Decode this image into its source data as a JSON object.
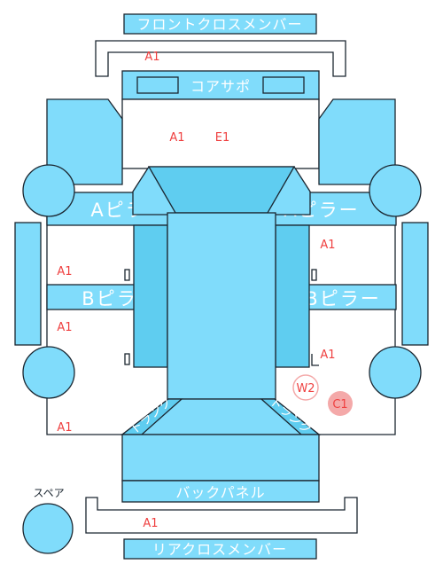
{
  "parts": {
    "front_cross_member": "フロントクロスメンバー",
    "core_support": "コアサポ",
    "a_pillar_left": "Aピラー",
    "a_pillar_right": "Aピラー",
    "b_pillar_left": "Bピラー",
    "b_pillar_right": "Bピラー",
    "back_panel": "バックパネル",
    "rear_cross_member": "リアクロスメンバー",
    "spare": "スペア",
    "trunk_left": "トランク",
    "trunk_right": "トランク"
  },
  "codes": {
    "front_cross": "A1",
    "core_left": "A1",
    "core_right": "E1",
    "right_front_door": "A1",
    "left_front_door": "A1",
    "left_rear_door": "A1",
    "right_rear_door": "A1",
    "left_rear": "A1",
    "rear_cross": "A1",
    "circle_w2": "W2",
    "circle_c1": "C1"
  },
  "colors": {
    "panel": "#80dcfb",
    "panel_dark": "#5fcdf0",
    "code": "#ef4040",
    "c1_fill": "#f4a9a9",
    "w2_ring": "#f4a9a9"
  }
}
